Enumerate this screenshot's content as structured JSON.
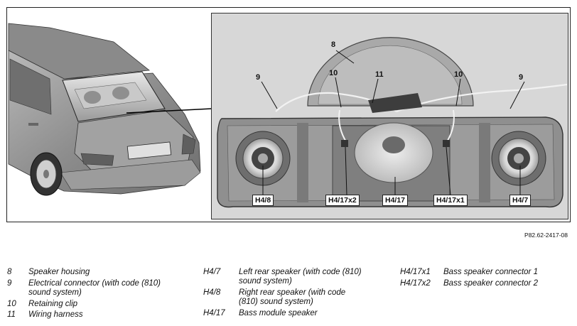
{
  "figure_code": "P82.62-2417-08",
  "callouts": {
    "c8": "8",
    "c9_left": "9",
    "c9_right": "9",
    "c10_left": "10",
    "c10_right": "10",
    "c11": "11",
    "h4_8": "H4/8",
    "h4_17x2": "H4/17x2",
    "h4_17": "H4/17",
    "h4_17x1": "H4/17x1",
    "h4_7": "H4/7"
  },
  "legend": {
    "col1": [
      {
        "key": "8",
        "desc": "Speaker housing"
      },
      {
        "key": "9",
        "desc": "Electrical connector (with code (810)\nsound system)"
      },
      {
        "key": "10",
        "desc": "Retaining clip"
      },
      {
        "key": "11",
        "desc": "Wiring harness"
      }
    ],
    "col2": [
      {
        "key": "H4/7",
        "desc": "Left rear speaker (with code (810)\nsound system)"
      },
      {
        "key": "H4/8",
        "desc": "Right rear speaker (with code\n(810) sound system)"
      },
      {
        "key": "H4/17",
        "desc": "Bass module speaker"
      }
    ],
    "col3": [
      {
        "key": "H4/17x1",
        "desc": "Bass speaker connector 1"
      },
      {
        "key": "H4/17x2",
        "desc": "Bass speaker connector 2"
      }
    ]
  }
}
